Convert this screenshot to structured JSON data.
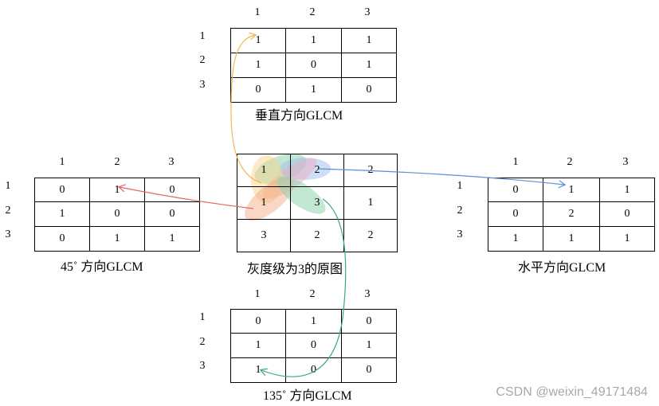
{
  "vertical": {
    "col_headers": [
      "1",
      "2",
      "3"
    ],
    "row_headers": [
      "1",
      "2",
      "3"
    ],
    "cells": [
      [
        "1",
        "1",
        "1"
      ],
      [
        "1",
        "0",
        "1"
      ],
      [
        "0",
        "1",
        "0"
      ]
    ],
    "caption": "垂直方向GLCM"
  },
  "diag45": {
    "col_headers": [
      "1",
      "2",
      "3"
    ],
    "row_headers": [
      "1",
      "2",
      "3"
    ],
    "cells": [
      [
        "0",
        "1",
        "0"
      ],
      [
        "1",
        "0",
        "0"
      ],
      [
        "0",
        "1",
        "1"
      ]
    ],
    "caption": "45˚ 方向GLCM"
  },
  "original": {
    "cells": [
      [
        "1",
        "2",
        "2"
      ],
      [
        "1",
        "3",
        "1"
      ],
      [
        "3",
        "2",
        "2"
      ]
    ],
    "caption": "灰度级为3的原图"
  },
  "horizontal": {
    "col_headers": [
      "1",
      "2",
      "3"
    ],
    "row_headers": [
      "1",
      "2",
      "3"
    ],
    "cells": [
      [
        "0",
        "1",
        "1"
      ],
      [
        "0",
        "2",
        "0"
      ],
      [
        "1",
        "1",
        "1"
      ]
    ],
    "caption": "水平方向GLCM"
  },
  "diag135": {
    "col_headers": [
      "1",
      "2",
      "3"
    ],
    "row_headers": [
      "1",
      "2",
      "3"
    ],
    "cells": [
      [
        "0",
        "1",
        "0"
      ],
      [
        "1",
        "0",
        "1"
      ],
      [
        "1",
        "0",
        "0"
      ]
    ],
    "caption": "135˚ 方向GLCM"
  },
  "colors": {
    "vertical_arrow": "#f2b84b",
    "horizontal_arrow": "#5b8fd6",
    "diag45_arrow": "#e06b6b",
    "diag135_arrow": "#3aaa7a"
  },
  "watermark": "CSDN @weixin_49171484"
}
